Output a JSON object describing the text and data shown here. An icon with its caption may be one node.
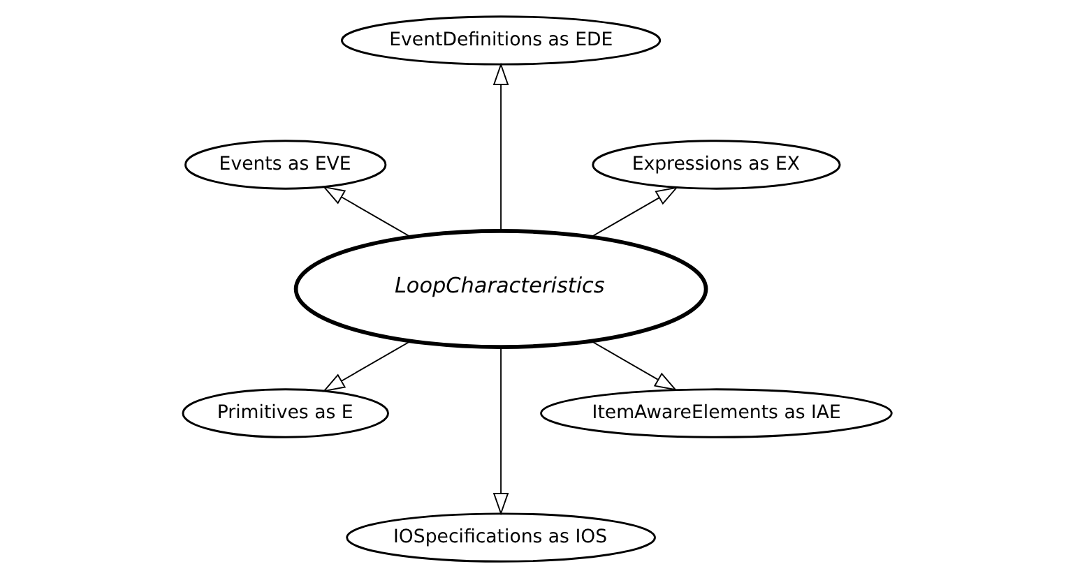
{
  "diagram": {
    "nodes": [
      {
        "text": [
          "LoopCharacteristics"
        ]
      },
      {
        "text": [
          "Expressions as EX"
        ]
      },
      {
        "text": [
          "EventDefinitions as EDE"
        ]
      },
      {
        "text": [
          "Events as EVE"
        ]
      },
      {
        "text": [
          "Primitives as E"
        ]
      },
      {
        "text": [
          "IOSpecifications as IOS"
        ]
      },
      {
        "text": [
          "ItemAwareElements as IAE"
        ]
      }
    ],
    "edges": [
      {
        "from": 0,
        "to": 1,
        "arrow": "to"
      },
      {
        "from": 0,
        "to": 2,
        "arrow": "to"
      },
      {
        "from": 0,
        "to": 3,
        "arrow": "to"
      },
      {
        "from": 0,
        "to": 4,
        "arrow": "to"
      },
      {
        "from": 0,
        "to": 5,
        "arrow": "to"
      },
      {
        "from": 0,
        "to": 6,
        "arrow": "to"
      }
    ]
  }
}
